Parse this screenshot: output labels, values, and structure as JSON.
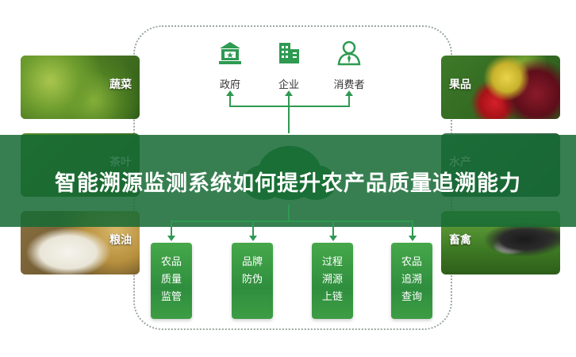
{
  "title": "智能溯源监测系统如何提升农产品质量追溯能力",
  "stakeholders": [
    {
      "label": "政府",
      "icon": "government-icon"
    },
    {
      "label": "企业",
      "icon": "enterprise-icon"
    },
    {
      "label": "消费者",
      "icon": "consumer-icon"
    }
  ],
  "left_cards": [
    {
      "label": "蔬菜"
    },
    {
      "label": "茶叶"
    },
    {
      "label": "粮油"
    }
  ],
  "right_cards": [
    {
      "label": "果品"
    },
    {
      "label": "水产"
    },
    {
      "label": "畜禽"
    }
  ],
  "functions": [
    {
      "line1": "农品",
      "line2": "质量",
      "line3": "监管"
    },
    {
      "line1": "品牌",
      "line2": "防伪",
      "line3": ""
    },
    {
      "line1": "过程",
      "line2": "溯源",
      "line3": "上链"
    },
    {
      "line1": "农品",
      "line2": "追溯",
      "line3": "查询"
    }
  ],
  "colors": {
    "accent": "#2e9a52",
    "banner": "#166a34"
  }
}
